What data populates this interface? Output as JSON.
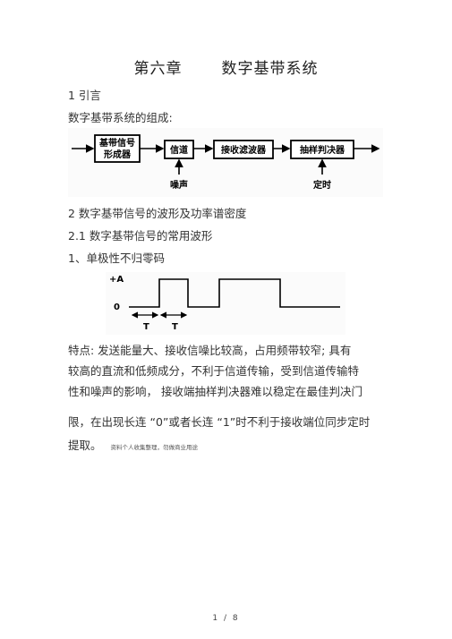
{
  "title": {
    "chapter": "第六章",
    "name": "数字基带系统"
  },
  "s1": "1  引言",
  "s1_text": "数字基带系统的组成:",
  "diagram1": {
    "blocks": [
      "基带信号",
      "形成器",
      "信道",
      "接收滤波器",
      "抽样判决器"
    ],
    "labels": {
      "noise": "噪声",
      "timing": "定时"
    }
  },
  "s2": "2  数字基带信号的波形及功率谱密度",
  "s21": "2.1  数字基带信号的常用波形",
  "s211": "1、单极性不归零码",
  "diagram2": {
    "plus_a": "+A",
    "zero": "0",
    "t1": "T",
    "t2": "T"
  },
  "features": {
    "line1": "特点: 发送能量大、接收信噪比较高，占用频带较窄; 具有",
    "line2": "较高的直流和低频成分，不利于信道传输，受到信道传输特",
    "line3": "性和噪声的影响，    接收端抽样判决器难以稳定在最佳判决门",
    "line4": "限，在出现长连  “0”或者长连  “1”时不利于接收端位同步定时",
    "line5": "提取。",
    "note": "资料个人收集整理，勿做商业用途"
  },
  "page": "1 / 8"
}
